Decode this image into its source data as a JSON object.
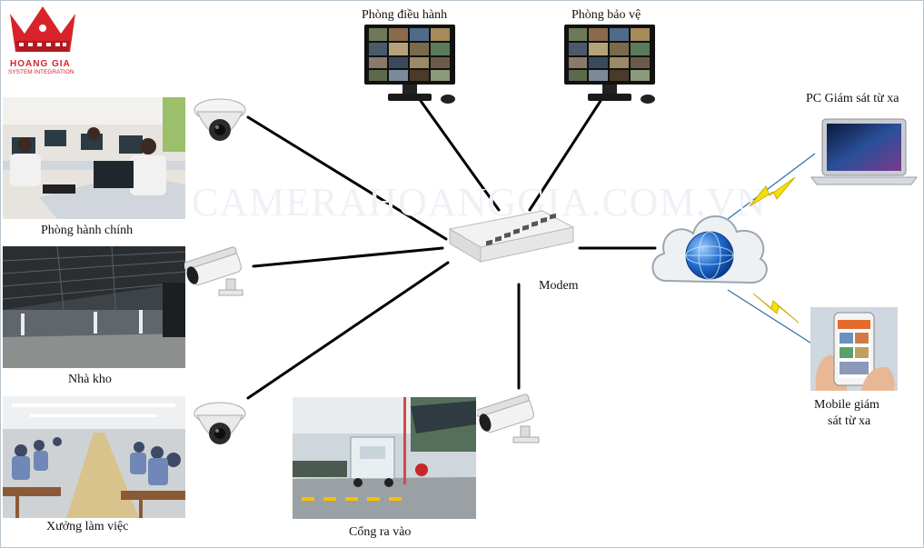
{
  "logo": {
    "brand": "HOANG GIA",
    "tagline": "SYSTEM INTEGRATION"
  },
  "watermark": "CAMERAHOANGGIA.COM.VN",
  "nodes": {
    "control_room": "Phòng điều hành",
    "security_room": "Phòng bảo vệ",
    "pc_remote": "PC Giám sát từ xa",
    "modem": "Modem",
    "admin_room": "Phòng hành chính",
    "warehouse": "Nhà kho",
    "workshop": "Xưởng làm việc",
    "gate": "Cổng ra vào",
    "mobile_remote_line1": "Mobile giám",
    "mobile_remote_line2": "sát từ xa"
  },
  "colors": {
    "line": "#000000",
    "lightning": "#f5e10a",
    "cloud": "#eef1f4",
    "globe": "#1d67c9",
    "brand": "#d8232a"
  }
}
